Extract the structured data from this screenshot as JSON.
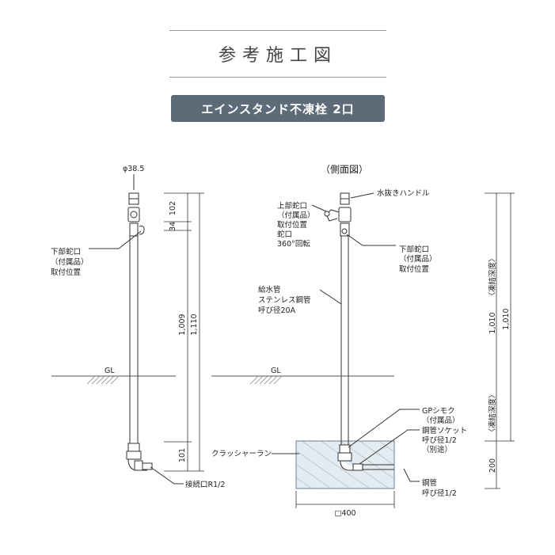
{
  "header": {
    "title": "参考施工図",
    "subtitle": "エインスタンド不凍栓 2口"
  },
  "front": {
    "diameter": "φ38.5",
    "lower_tap_lines": [
      "下部蛇口",
      "（付属品）",
      "取付位置"
    ],
    "gl": "GL",
    "dims": {
      "d102": "102",
      "d34": "34",
      "d1009": "1,009",
      "d1110": "1,110",
      "d101": "101"
    },
    "connection": "接続口R1/2"
  },
  "side": {
    "title": "（側面図）",
    "handle": "水抜きハンドル",
    "upper_tap_lines": [
      "上部蛇口",
      "（付属品）",
      "取付位置",
      "蛇口",
      "360°回転"
    ],
    "lower_tap_lines": [
      "下部蛇口",
      "（付属品）",
      "取付位置"
    ],
    "supply_lines": [
      "給水管",
      "ステンレス鋼管",
      "呼び径20A"
    ],
    "gl": "GL",
    "crusher_run": "クラッシャーラン",
    "gp_lines": [
      "GPシモク",
      "（付属品）"
    ],
    "socket_lines": [
      "鋼管ソケット",
      "呼び径1/2",
      "（別途）"
    ],
    "pipe_lines": [
      "鋼管",
      "呼び径1/2"
    ],
    "base": "□400",
    "dims": {
      "d1010a": "1,010",
      "d1010b": "1,010",
      "d200": "200"
    },
    "frost_top": "〈凍結深度〉",
    "frost_bottom": "〈凍結深度〉"
  }
}
